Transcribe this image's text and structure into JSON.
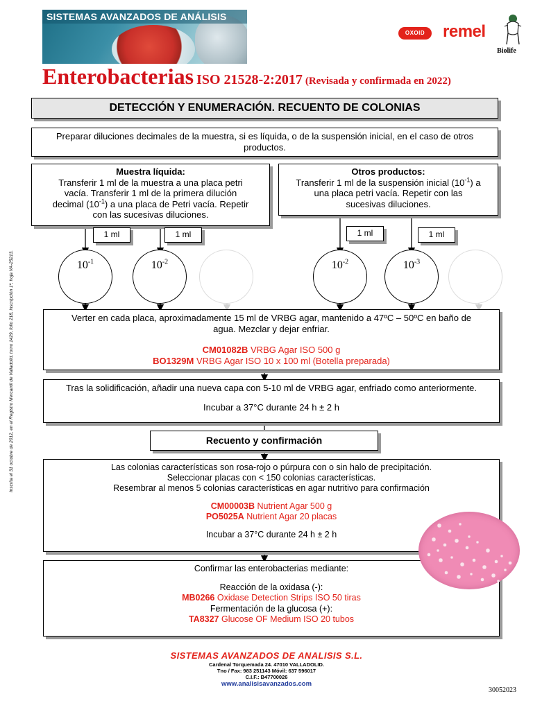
{
  "header": {
    "banner_title": "SISTEMAS AVANZADOS DE ANÁLISIS",
    "logo_oxoid": "OXOID",
    "logo_remel": "remel",
    "logo_biolife": "Biolife"
  },
  "title": {
    "main": "Enterobacterias",
    "standard": "ISO 21528-2:2017",
    "note": "(Revisada y confirmada en 2022)"
  },
  "section1": {
    "heading": "DETECCIÓN Y ENUMERACIÓN. RECUENTO DE COLONIAS",
    "prep": "Preparar diluciones decimales de la muestra, si es líquida, o de la suspensión inicial, en el caso de otros productos."
  },
  "liquid": {
    "heading": "Muestra líquida:",
    "line1": "Transferir 1 ml de la muestra a una placa petri",
    "line2": "vacía. Transferir 1 ml de la primera dilución",
    "line3a": "decimal (10",
    "line3sup": "-1",
    "line3b": ") a una placa de Petri vacía. Repetir",
    "line4": "con las sucesivas diluciones."
  },
  "other": {
    "heading": "Otros productos:",
    "line1a": "Transferir 1 ml de la suspensión inicial (10",
    "line1sup": "-1",
    "line1b": ") a",
    "line2": "una placa petri vacía. Repetir con las",
    "line3": "sucesivas diluciones."
  },
  "transfer_label": "1 ml",
  "dilutions": [
    {
      "base": "10",
      "exp": "-1"
    },
    {
      "base": "10",
      "exp": "-2"
    },
    {
      "base": "10",
      "exp": "-2"
    },
    {
      "base": "10",
      "exp": "-3"
    }
  ],
  "pour": {
    "line1": "Verter en cada placa, aproximadamente 15 ml de VRBG agar, mantenido a 47ºC – 50ºC en baño de",
    "line2": "agua. Mezclar y dejar enfriar.",
    "products": [
      {
        "code": "CM01082B",
        "name": "VRBG Agar ISO 500 g"
      },
      {
        "code": "BO1329M",
        "name": "VRBG Agar ISO 10 x 100 ml (Botella preparada)"
      }
    ]
  },
  "overlay": {
    "line1": "Tras la solidificación, añadir una nueva capa con 5-10 ml de VRBG agar, enfriado como anteriormente.",
    "incubate": "Incubar a 37°C durante 24 h ± 2 h"
  },
  "section2": {
    "heading": "Recuento y confirmación",
    "line1": "Las colonias características son rosa-rojo o púrpura con o sin halo de precipitación.",
    "line2": "Seleccionar placas con < 150 colonias características.",
    "line3": "Resembrar al menos 5 colonias características en agar nutritivo para confirmación",
    "products": [
      {
        "code": "CM00003B",
        "name": "Nutrient Agar 500 g"
      },
      {
        "code": "PO5025A",
        "name": "Nutrient Agar  20 placas"
      }
    ],
    "incubate": "Incubar a 37°C durante 24 h ± 2 h"
  },
  "confirm": {
    "line1": "Confirmar las enterobacterias mediante:",
    "test1": "Reacción de la oxidasa (-):",
    "product1": {
      "code": "MB0266",
      "name": "Oxidase Detection Strips ISO 50 tiras"
    },
    "test2": "Fermentación de la glucosa (+):",
    "product2": {
      "code": "TA8327",
      "name": "Glucose OF Medium ISO 20 tubos"
    }
  },
  "side_note": "Inscrita el 31 octubre de 2012, en el Registro Mercantil de Valladolid,   tomo 1429, folio 218, inscripción 1ª, hoja VA-25213.",
  "footer": {
    "company": "SISTEMAS AVANZADOS DE ANALISIS S.L.",
    "address": "Cardenal Torquemada 24. 47010 VALLADOLID.",
    "phone": "Tno / Fax: 983 251143 Móvil: 637 596017",
    "cif": "C.I.F.: B47700026",
    "web": "www.analisisavanzados.com",
    "doc_code": "30052023"
  },
  "colors": {
    "brand_red": "#e3231b",
    "title_red": "#d3131b",
    "link_blue": "#1f3a9b",
    "header_gray": "#e6e6e6"
  }
}
